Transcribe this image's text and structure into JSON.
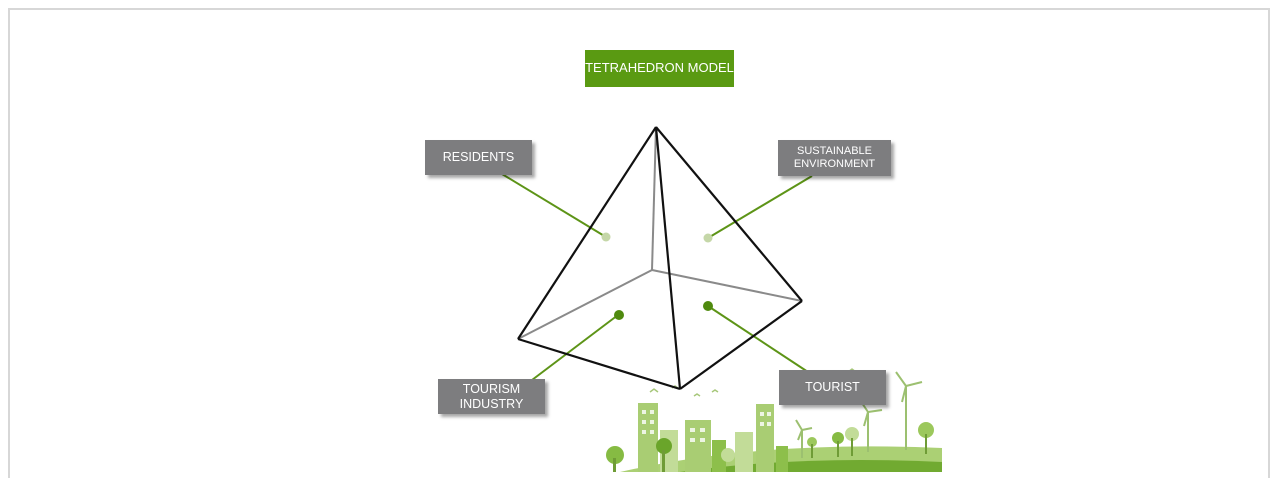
{
  "diagram": {
    "title": "TETRAHEDRON MODEL",
    "labels": {
      "residents": [
        "RESIDENTS"
      ],
      "sustainable_environment": [
        "SUSTAINABLE",
        "ENVIRONMENT"
      ],
      "tourism_industry": [
        "TOURISM",
        "INDUSTRY"
      ],
      "tourist": [
        "TOURIST"
      ]
    }
  },
  "colors": {
    "title_bg": "#5a9a12",
    "label_bg": "#7d7d7f",
    "connector": "#5d9417",
    "dot_light": "#c5d7a8",
    "dot_dark": "#4f8a0e",
    "edge_front": "#111111",
    "edge_hidden": "#8a8a8a",
    "city_light": "#b9d58e",
    "city_mid": "#8ebf4a",
    "city_dark": "#5e9b1e"
  },
  "icons": [
    "eco-city-illustration",
    "wind-turbine-icon",
    "tree-icon",
    "bird-icon"
  ]
}
